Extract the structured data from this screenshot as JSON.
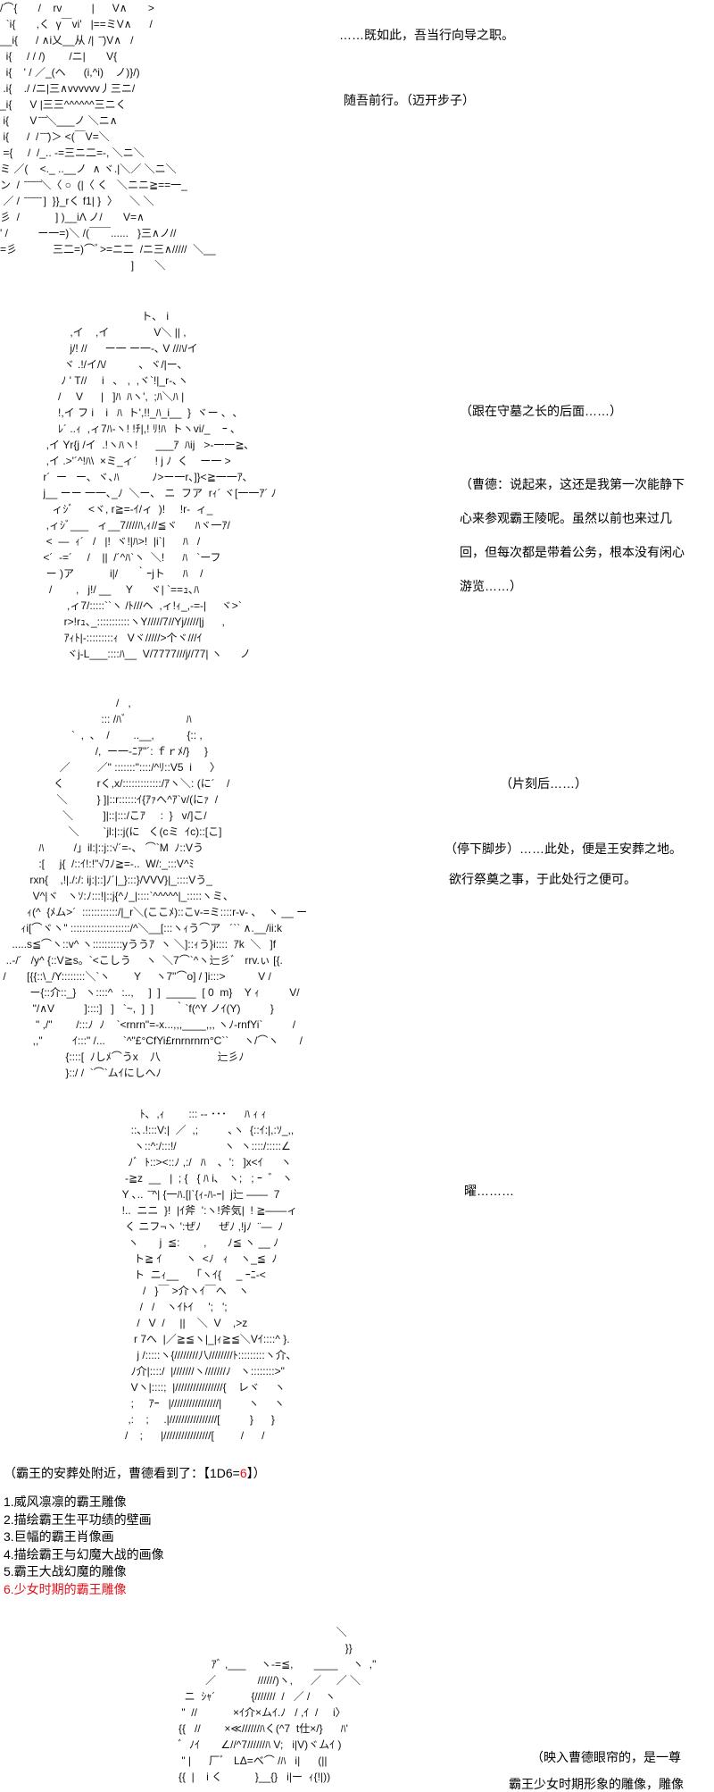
{
  "art": {
    "aa1": "/⌒{       /    rv          |      V∧       >\n  `i{       ,く  γ￣vi'   |==ミV∧      /\n__i{      / ∧i乂__从 /|  ̄ ̄)V∧   /\n  i{     / / /)        /ニ|       V{\n  i{    ' / ／_(ヘ      (i,^i)    ノ)}/)\n .i{    ./ /ニ|三∧vvvvvv丿三ニ/\n_i{      V |三三^^^^^^三ニく\n i{       V ̄ ̄ ̄＼___ノ ＼ニ∧\n i{      /  / ̄ ̄ ̄)＞ <(￣V=＼\n ={     /  /_.. -=三ニ二=-, ＼ニ＼\nミ ／(    <._ ..__ノ  ∧ ヾ.|＼／ ＼ニ＼\nン  /  ̄ ̄ ̄ ̄ ̄ ̄＼〈 ○  (|〈 く   ＼ニニ≧==一_\n ／ /  ̄ ̄ ̄ ̄ ̄ ̄ ]  }}_rく f1| }  〉    ＼ ＼\n彡  /            ] )__iΛ ノ/       V=∧\n' /          ー一=)＼ /(￣￣......   }三∧ノ//\n=彡            三二=)⌒ﾞ>=ニ二  /ニ三∧/////  ＼__\n                                            ]       ＼",
    "aa2": "                                  ト､   i\n          ,イ    ,イ               V＼ || ,\n          j/! //      ー一 ー一-､ V //ﾊ/イ\n        ヾ .!/イ/\\/           ､  ヾ/|ー､\n       ﾉ ' T//     i   ､   ,  ,ヾ`!|_r-､ヽ\n      /     V      |   ]ﾊ  ﾊヽ',  ;ﾊ＼ﾊ |\n      !,イ フ i    i   ﾊ  ト',!!_ﾊ_i__  }  ヾー ､  ､\n      ﾚ´ ..ｨ  ,ィ7ﾊ-ヽ! !ﾁ|,! ﾘ!ﾊ  トヽvi/_    ｰ ､\n  ,イ Yr{j /イ  .!ヽﾊヽ!      ___ｱ  ﾊij   >-一一≧､\n  ,イ .>'´^!ﾊ\\  ×ミ_ィ´      ! j ﾉ  く    ー一 >\n r´  ー   ー､  ヾ､ﾊ           ﾉ>ー一r､]}<≧一一ｱ､\n j__ ーー 一一､_ﾉ  ＼ー､   ニ  フア  rｨ´ ヾ[一一ｱ´ ﾉ\n    ィｼﾞ     <ヾ, r≧=-ｲ/ィ  )!     !r-  ィ_\n  ,ィｼﾞ___   ィ__7////ﾊ,ｨ//≦ヾ      ﾊヾ一ｱ/\n  <  ―  ｨ´   /   |!  ヾ!|ﾊ>!  |i`|      ﾊ   /\n <´  -=´     /    ||  /´^ﾊ`ヽ  ＼!      ﾊ   `ーフ\n  ー )ア            i|/      ｀ｰjト      ﾊ    /\n   /        ,   j!/ __     Y      ヾ| `==ｭ､ﾊ\n         ,ィ7/:::::``ヽ /ﾄ///ヘ  ,ィ!ｨ_,-=-|     ヾ>`\n        r>!rｭ､_:::::::::::ヽY/////7//Yj/////|j      ,\n        ｱｨﾄ|-:::::::::ｨ   Vヾ/////>个ヾ///ｲ\n         ヾj-L___::::ﾊ__  V/7777///j//77| ヽ      ノ",
    "aa3": "                                       /   ,\n                                  ::: /ﾊﾞ                    ﾊ\n                        `  ,  、  /        ..__,           {:: ,\n                                /,  ー一-ﾆｱ\"´: ｆｒﾒ/}     }\n                    ／         ／\" :::::::\"::::/^ﾘ::V5  i      〉\n                  く           rく,x/:::::::::::::/ｱヽ＼: (に´    /\n                   ＼          } ]|::r::::::ｲ{ｱｧへ^ｱ`v/(にｧ  /\n                     ＼          ]|::|:::/こｱ     :  }   v/]こ/\n                       ＼        `jl:|::j(に   く(cミ  ｲc)::[こ]\n             ﾊ          /」il:|::j::√´=-、 ⌒`M  ﾉ::Vう\n             :[     j{  /::ｲ!:!\"√ﾌﾉ≧=-..  W/:_:::V^ﾐ\n          rxn{    ,!|./:/: ij:|::]ﾉ´|_}:::}/VVV}|_::::Vう_\n           V^|ヾ   ヽｿ:ﾉ:::!|::j{^ﾉ_|::::`^^^^^|_:::::ヽミ、\n         ｨ(^  {ﾒム>´  ::::::::::::/|_r＼(ここﾒ)::こv-=ミ::::r-v- 、  ヽ __ ー\n       ｨi[⌒ヾヽ\" ::::::::::::::::::::/^＼__[:::ヽｨう⌒ア   ´`` ∧.__/ii:k\n    .....s≦⌒ヽ::v^ ヽ::::::::::yううｱ  ヽ ＼]::ｨう}i::::  ｱk  ＼   ]f\n  ..-/´   /y^ {::V≧s。`<こしう     ヽ  ＼7⌒`^ヽ辷彡ﾞ   rrv.ぃ [{.\n /       [{{::\\_/Y::::::::＼`ヽ        Y     ヽ7\"⌒o] / ]i:::>           V /\n          ー{::介::_}   ヽ::::^   :..,     ]  ]  _____  [ 0  m}    Y ｨ          V/\n           \"/∧V          ]::::]   ]   `~,  ]  ]       ｀`f(^Y ノｲ(Y)          }\n            \" ,/\"        /:::ﾉ  ﾉ    `<rnrn\"=-x...,,,____,,, ヽﾉ-rnfYi`          /\n           ,,\"          ｲ:::\" /...      `^\"£°CfYi£rnrnrnrn°C``     ヽ/⌒ヽ       /\n                      {::::[  ﾉしﾒ⌒うx    八                   辷彡ﾉ\n                      }::/ /  `⌒`ムｲにしへﾉ",
    "aa4": "        ﾄ､  ,ｨ        ::: -- ･･･      ﾊ ｨ ｨ\n     ::､.!:::V:|  ／  ,;          ､ヽ  {::ｲ:|,:ｿ_,,\n      ヽ::^:/:::!/                ヽ  ヽ::::/:::::∠\n    ﾉﾞ  ﾄ::><::ﾉ ,:/   ﾊ    ､  ':   ]x<ｲ      ヽ\n   -≧z  __   |  ; {   { ﾊ i､   ヽ;   ; ｰ  ゛ ヽ\n  Y ､..  ̄ ̄^| {一ﾊ.[|`{ｨ-ﾊ-ｰ|  j辷 ――  7\n  !..  ニニ  }!  |ｲ斧  ':ヽ!斧気|  ! ≧――ィ\n   く ニフ¬ヽ ':ぜﾉ      ぜﾉ ,!jﾉ  ¨―  ﾉ\n    ヽ       j  ≦:        ,       ﾉ≦ ヽ __ ﾉ\n      ト≧ ｲ        ヽ  <ﾉ   ｨ    ヽ_≦  ﾉ\n      ト  ニｨ__      ｢ヽｲ{     _ ｰﾆ-<\n         /   }￣ >介ヽｲ￣ヘ    ヽ\n        /   /    ヽｲﾄｲ     ';   ';\n       /   V  /     ||    ＼  V    ,>z\n      r 7へ  |／≧≦ヽ|_|ｨ≧≦＼Vｲ::::^ }.\n       j /:::::ヽ{////////八////////ﾄ:::::::::ヽ介､\n     ﾉ介|::::/  |///////ヽ///////ﾉ   ヽ::::::::>\"\n     Vヽ|::::;  |////////////////{    レヾ     ヽ\n     ;     ｱｰ   |////////////////|         ヽ     ヽ\n    ,:    ;     .|////////////////[          }      }\n   /    ;      |////////////////[         /      /",
    "aa5": "                                                        ＼\n                                                           }}\n              ｱﾞ ,___     ヽ-=≦,       ____     ヽ  ,\"\n            ／              //////)ヽ,      ／     ／ ＼\n     ニ  ｼｬ´            {///////  /   ／ /     ヽ\n    \"  //            ×ｲ介×ムｲ.ﾉ   / ,ｲ  /     i〉\n   {{   //        ×≪//////ﾊく(^7  t仕×/}      ﾊ'\n   ﾞ  ﾉｲ       ∠//^7//////ﾊ V;   i|V)ヾムｲ )\n    \" |      厂ﾞ   LΔ=ベ⌒ /ﾊ   i|      (||\n   {{  |    i く           }__{}   i|ー  ｨ{!|))"
  },
  "dialogue": {
    "line1": "……既如此，吾当行向导之职。",
    "line2": "随吾前行。（迈开步子）",
    "line3": "（跟在守墓之长的后面……）",
    "line4": [
      "（曹德：说起来，这还是我第一次能静下",
      "心来参观霸王陵呢。虽然以前也来过几",
      "回，但每次都是带着公务，根本没有闲心",
      "游览……）"
    ],
    "line5": "（片刻后……）",
    "line6": "（停下脚步）……此处，便是王安葬之地。",
    "line7": "欲行祭奠之事，于此处行之便可。",
    "line8": "曜………",
    "roll_prefix": "（霸王的安葬处附近，曹德看到了：【1D6=",
    "roll_value": "6",
    "roll_suffix": "】）",
    "line9": "（映入曹德眼帘的，是一尊",
    "line10": "霸王少女时期形象的雕像，雕像"
  },
  "options": [
    "1.威风凛凛的霸王雕像",
    "2.描绘霸王生平功绩的壁画",
    "3.巨幅的霸王肖像画",
    "4.描绘霸王与幻魔大战的画像",
    "5.霸王大战幻魔的雕像",
    "6.少女时期的霸王雕像"
  ],
  "colors": {
    "highlight": "#e0101a"
  }
}
